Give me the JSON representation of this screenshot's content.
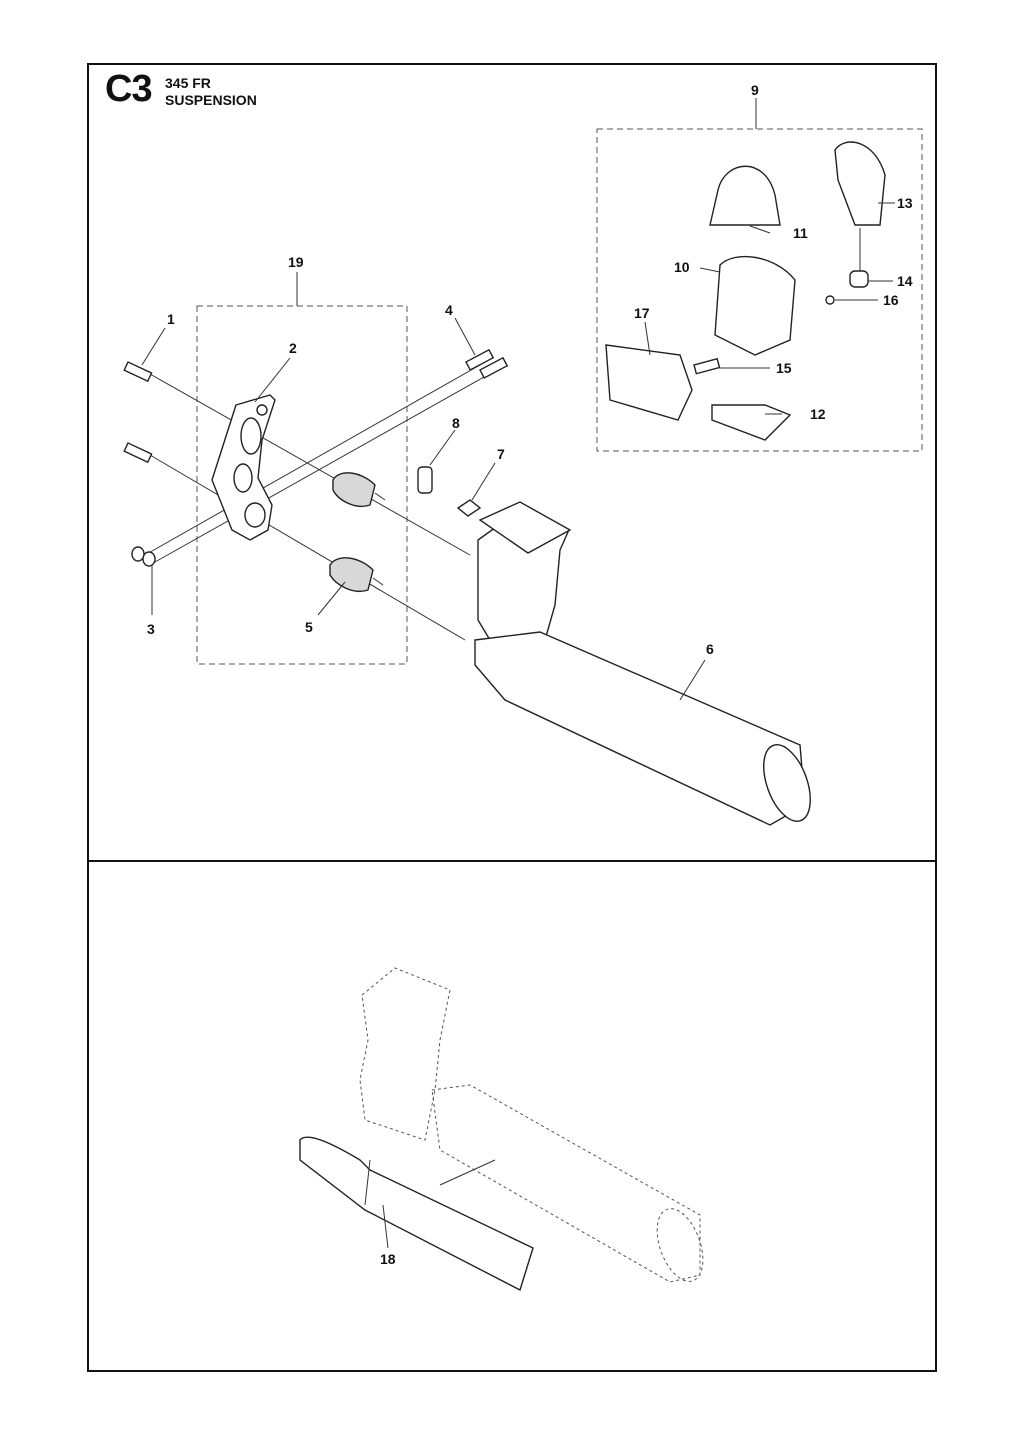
{
  "header": {
    "code": "C3",
    "model": "345 FR",
    "section": "SUSPENSION"
  },
  "callouts": {
    "c1": "1",
    "c2": "2",
    "c3": "3",
    "c4": "4",
    "c5": "5",
    "c6": "6",
    "c7": "7",
    "c8": "8",
    "c9": "9",
    "c10": "10",
    "c11": "11",
    "c12": "12",
    "c13": "13",
    "c14": "14",
    "c15": "15",
    "c16": "16",
    "c17": "17",
    "c18": "18",
    "c19": "19"
  }
}
